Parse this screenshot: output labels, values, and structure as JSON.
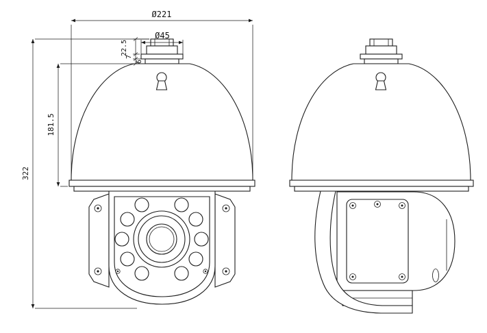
{
  "drawing": {
    "line_color": "#1c1c1c",
    "background": "#ffffff",
    "dims": {
      "overall_diameter": "Ø221",
      "mount_diameter": "Ø45",
      "mount_height": "22.5",
      "flange_step_a": "7",
      "flange_step_b": "6",
      "dome_height": "181.5",
      "overall_height": "322"
    }
  }
}
